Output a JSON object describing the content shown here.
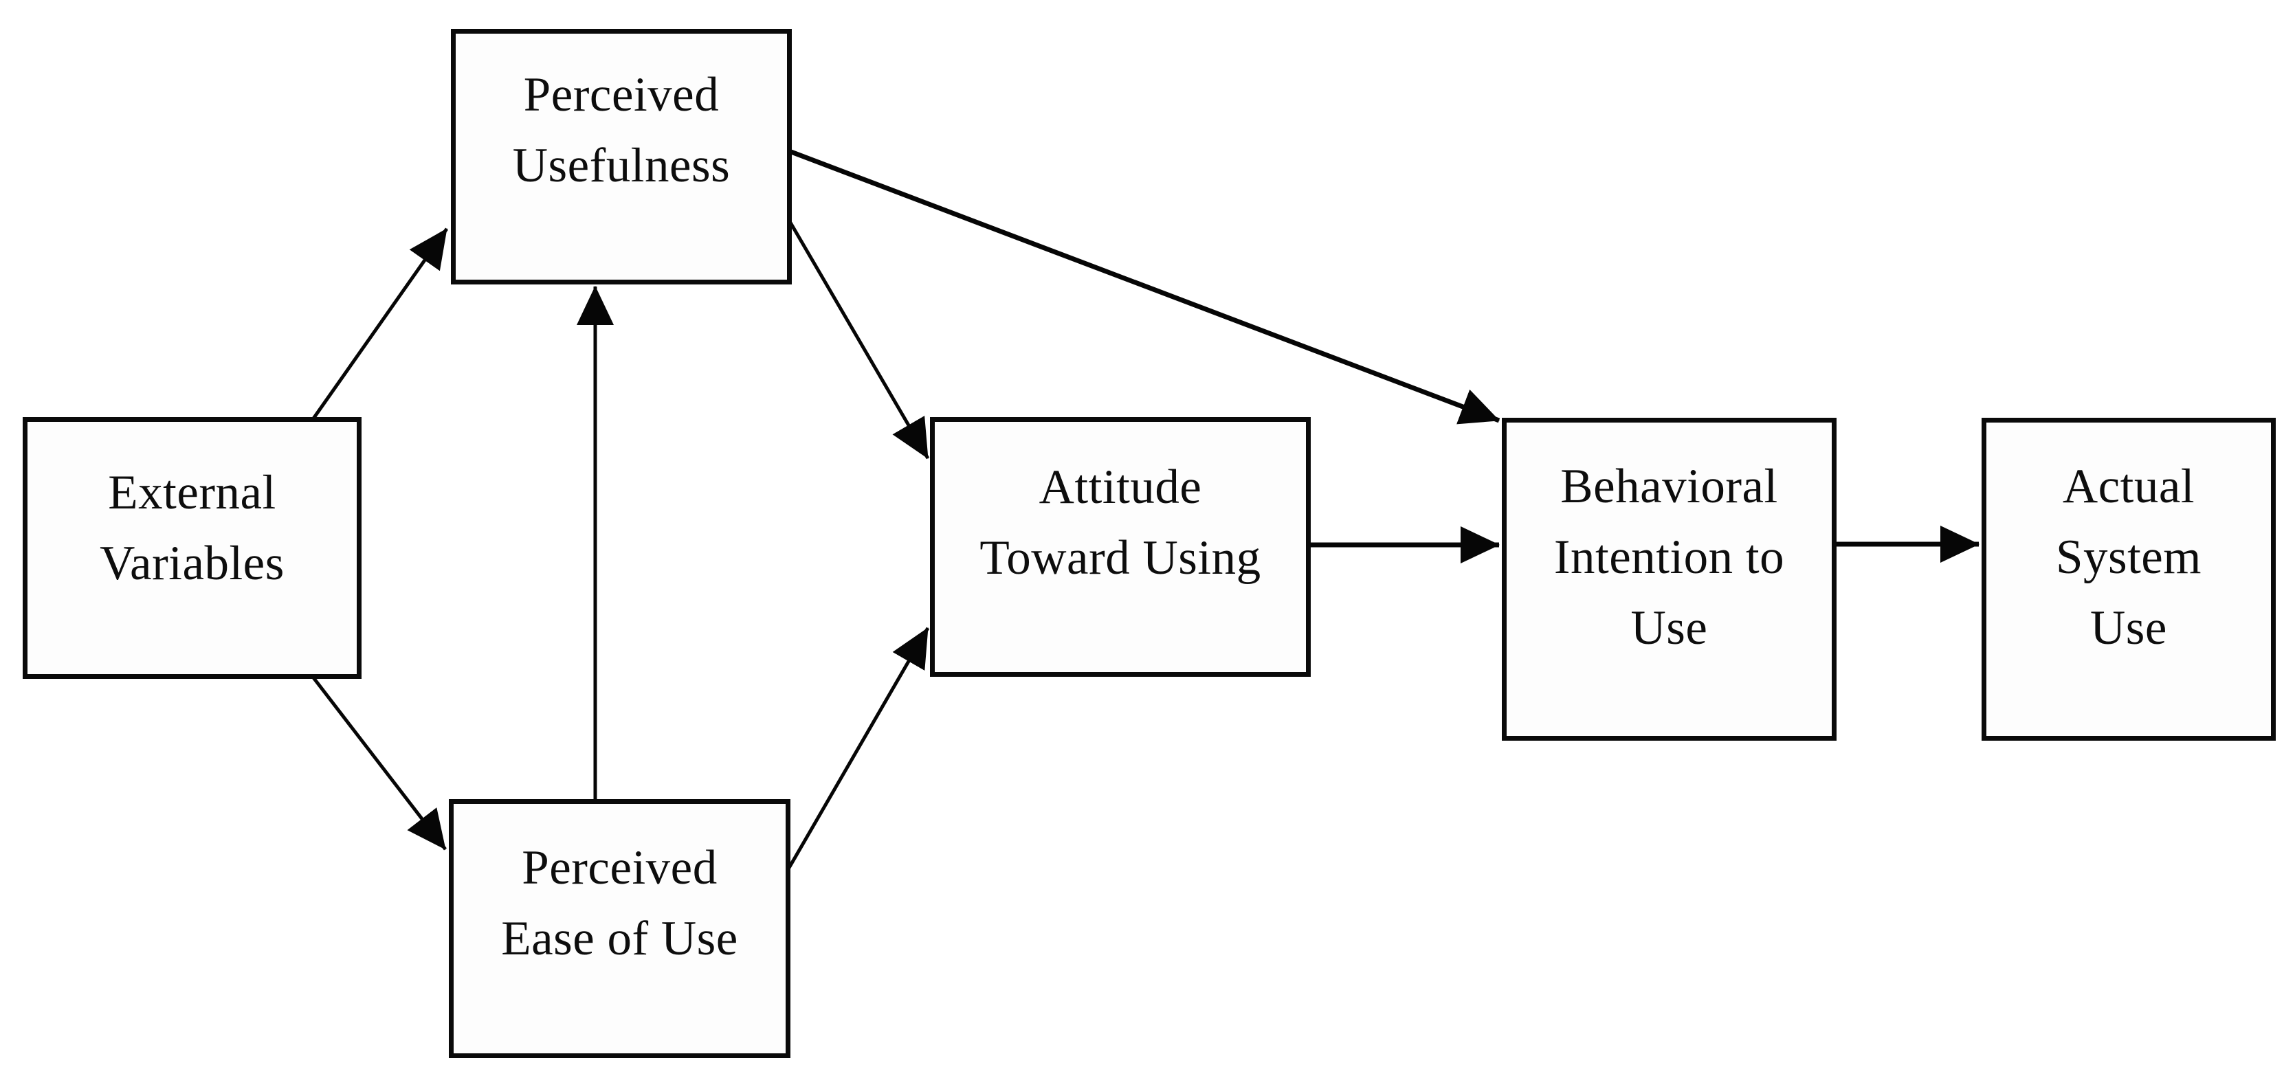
{
  "diagram": {
    "background_color": "#ffffff",
    "box_border_color": "#000000",
    "text_color": "#000000",
    "arrow_color": "#000000",
    "nodes": [
      {
        "id": "external-variables",
        "lines": [
          "External",
          "Variables"
        ]
      },
      {
        "id": "perceived-usefulness",
        "lines": [
          "Perceived",
          "Usefulness"
        ]
      },
      {
        "id": "perceived-ease-of-use",
        "lines": [
          "Perceived",
          "Ease of Use"
        ]
      },
      {
        "id": "attitude-toward-using",
        "lines": [
          "Attitude",
          "Toward Using"
        ]
      },
      {
        "id": "behavioral-intention-to-use",
        "lines": [
          "Behavioral",
          "Intention to",
          "Use"
        ]
      },
      {
        "id": "actual-system-use",
        "lines": [
          "Actual",
          "System",
          "Use"
        ]
      }
    ],
    "edges": [
      {
        "from": "external-variables",
        "to": "perceived-usefulness"
      },
      {
        "from": "external-variables",
        "to": "perceived-ease-of-use"
      },
      {
        "from": "perceived-ease-of-use",
        "to": "perceived-usefulness"
      },
      {
        "from": "perceived-usefulness",
        "to": "attitude-toward-using"
      },
      {
        "from": "perceived-ease-of-use",
        "to": "attitude-toward-using"
      },
      {
        "from": "perceived-usefulness",
        "to": "behavioral-intention-to-use"
      },
      {
        "from": "attitude-toward-using",
        "to": "behavioral-intention-to-use"
      },
      {
        "from": "behavioral-intention-to-use",
        "to": "actual-system-use"
      }
    ]
  }
}
